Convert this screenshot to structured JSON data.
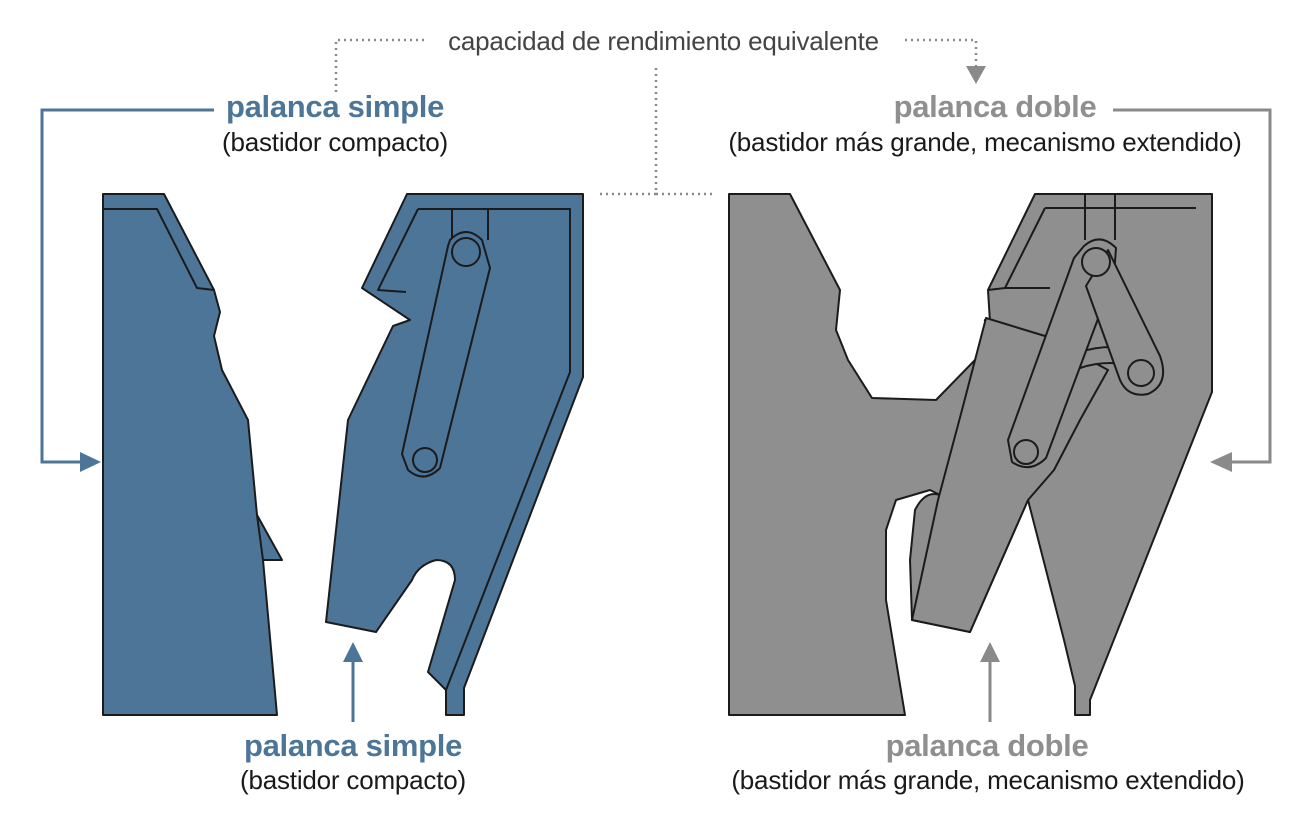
{
  "top_caption": "capacidad de rendimiento equivalente",
  "colors": {
    "simple": "#4d7598",
    "doble": "#8f8f8f",
    "outline": "#1b1b1b",
    "sub_text": "#1a1a1a",
    "caption_text": "#444444",
    "connector_dotted": "#8a8a8a",
    "arrow_simple": "#4d7598",
    "arrow_doble": "#8a8a8a"
  },
  "left_diagram": {
    "title_top": "palanca simple",
    "subtitle_top": "(bastidor compacto)",
    "title_bottom": "palanca simple",
    "subtitle_bottom": "(bastidor compacto)"
  },
  "right_diagram": {
    "title_top": "palanca doble",
    "subtitle_top": "(bastidor más grande, mecanismo extendido)",
    "title_bottom": "palanca doble",
    "subtitle_bottom": "(bastidor más grande, mecanismo extendido)"
  },
  "icons": [
    "arrow-right-icon",
    "arrow-up-icon",
    "arrow-left-icon",
    "arrow-down-icon"
  ]
}
